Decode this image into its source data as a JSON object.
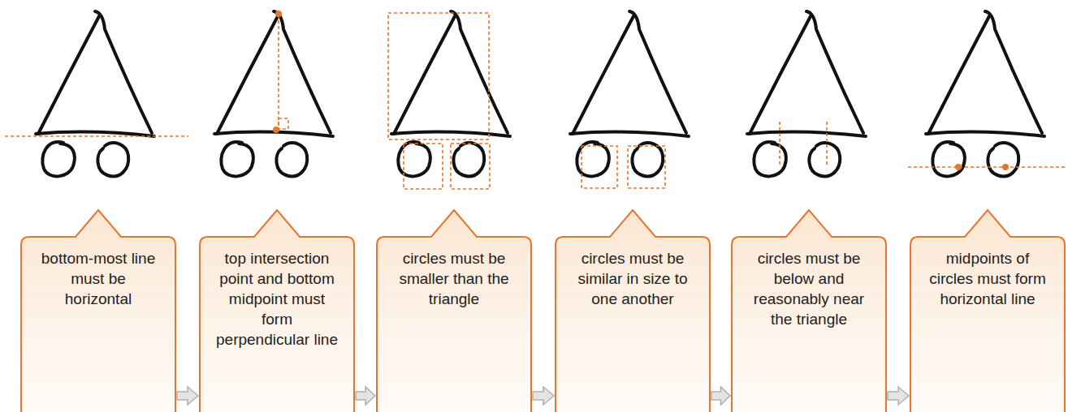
{
  "diagram": {
    "nodes": [
      {
        "text": [
          "bottom-most line must be horizontal"
        ]
      },
      {
        "text": [
          "top intersection point and bottom midpoint must form perpendicular line"
        ]
      },
      {
        "text": [
          "circles must be smaller than the triangle"
        ]
      },
      {
        "text": [
          "circles must be similar in size to one another"
        ]
      },
      {
        "text": [
          "circles must be below and reasonably near the triangle"
        ]
      },
      {
        "text": [
          "midpoints of circles must form horizontal line"
        ]
      }
    ],
    "edges": [
      {
        "from": 0,
        "to": 1,
        "arrow": "to"
      },
      {
        "from": 1,
        "to": 2,
        "arrow": "to"
      },
      {
        "from": 2,
        "to": 3,
        "arrow": "to"
      },
      {
        "from": 3,
        "to": 4,
        "arrow": "to"
      },
      {
        "from": 4,
        "to": 5,
        "arrow": "to"
      }
    ]
  }
}
